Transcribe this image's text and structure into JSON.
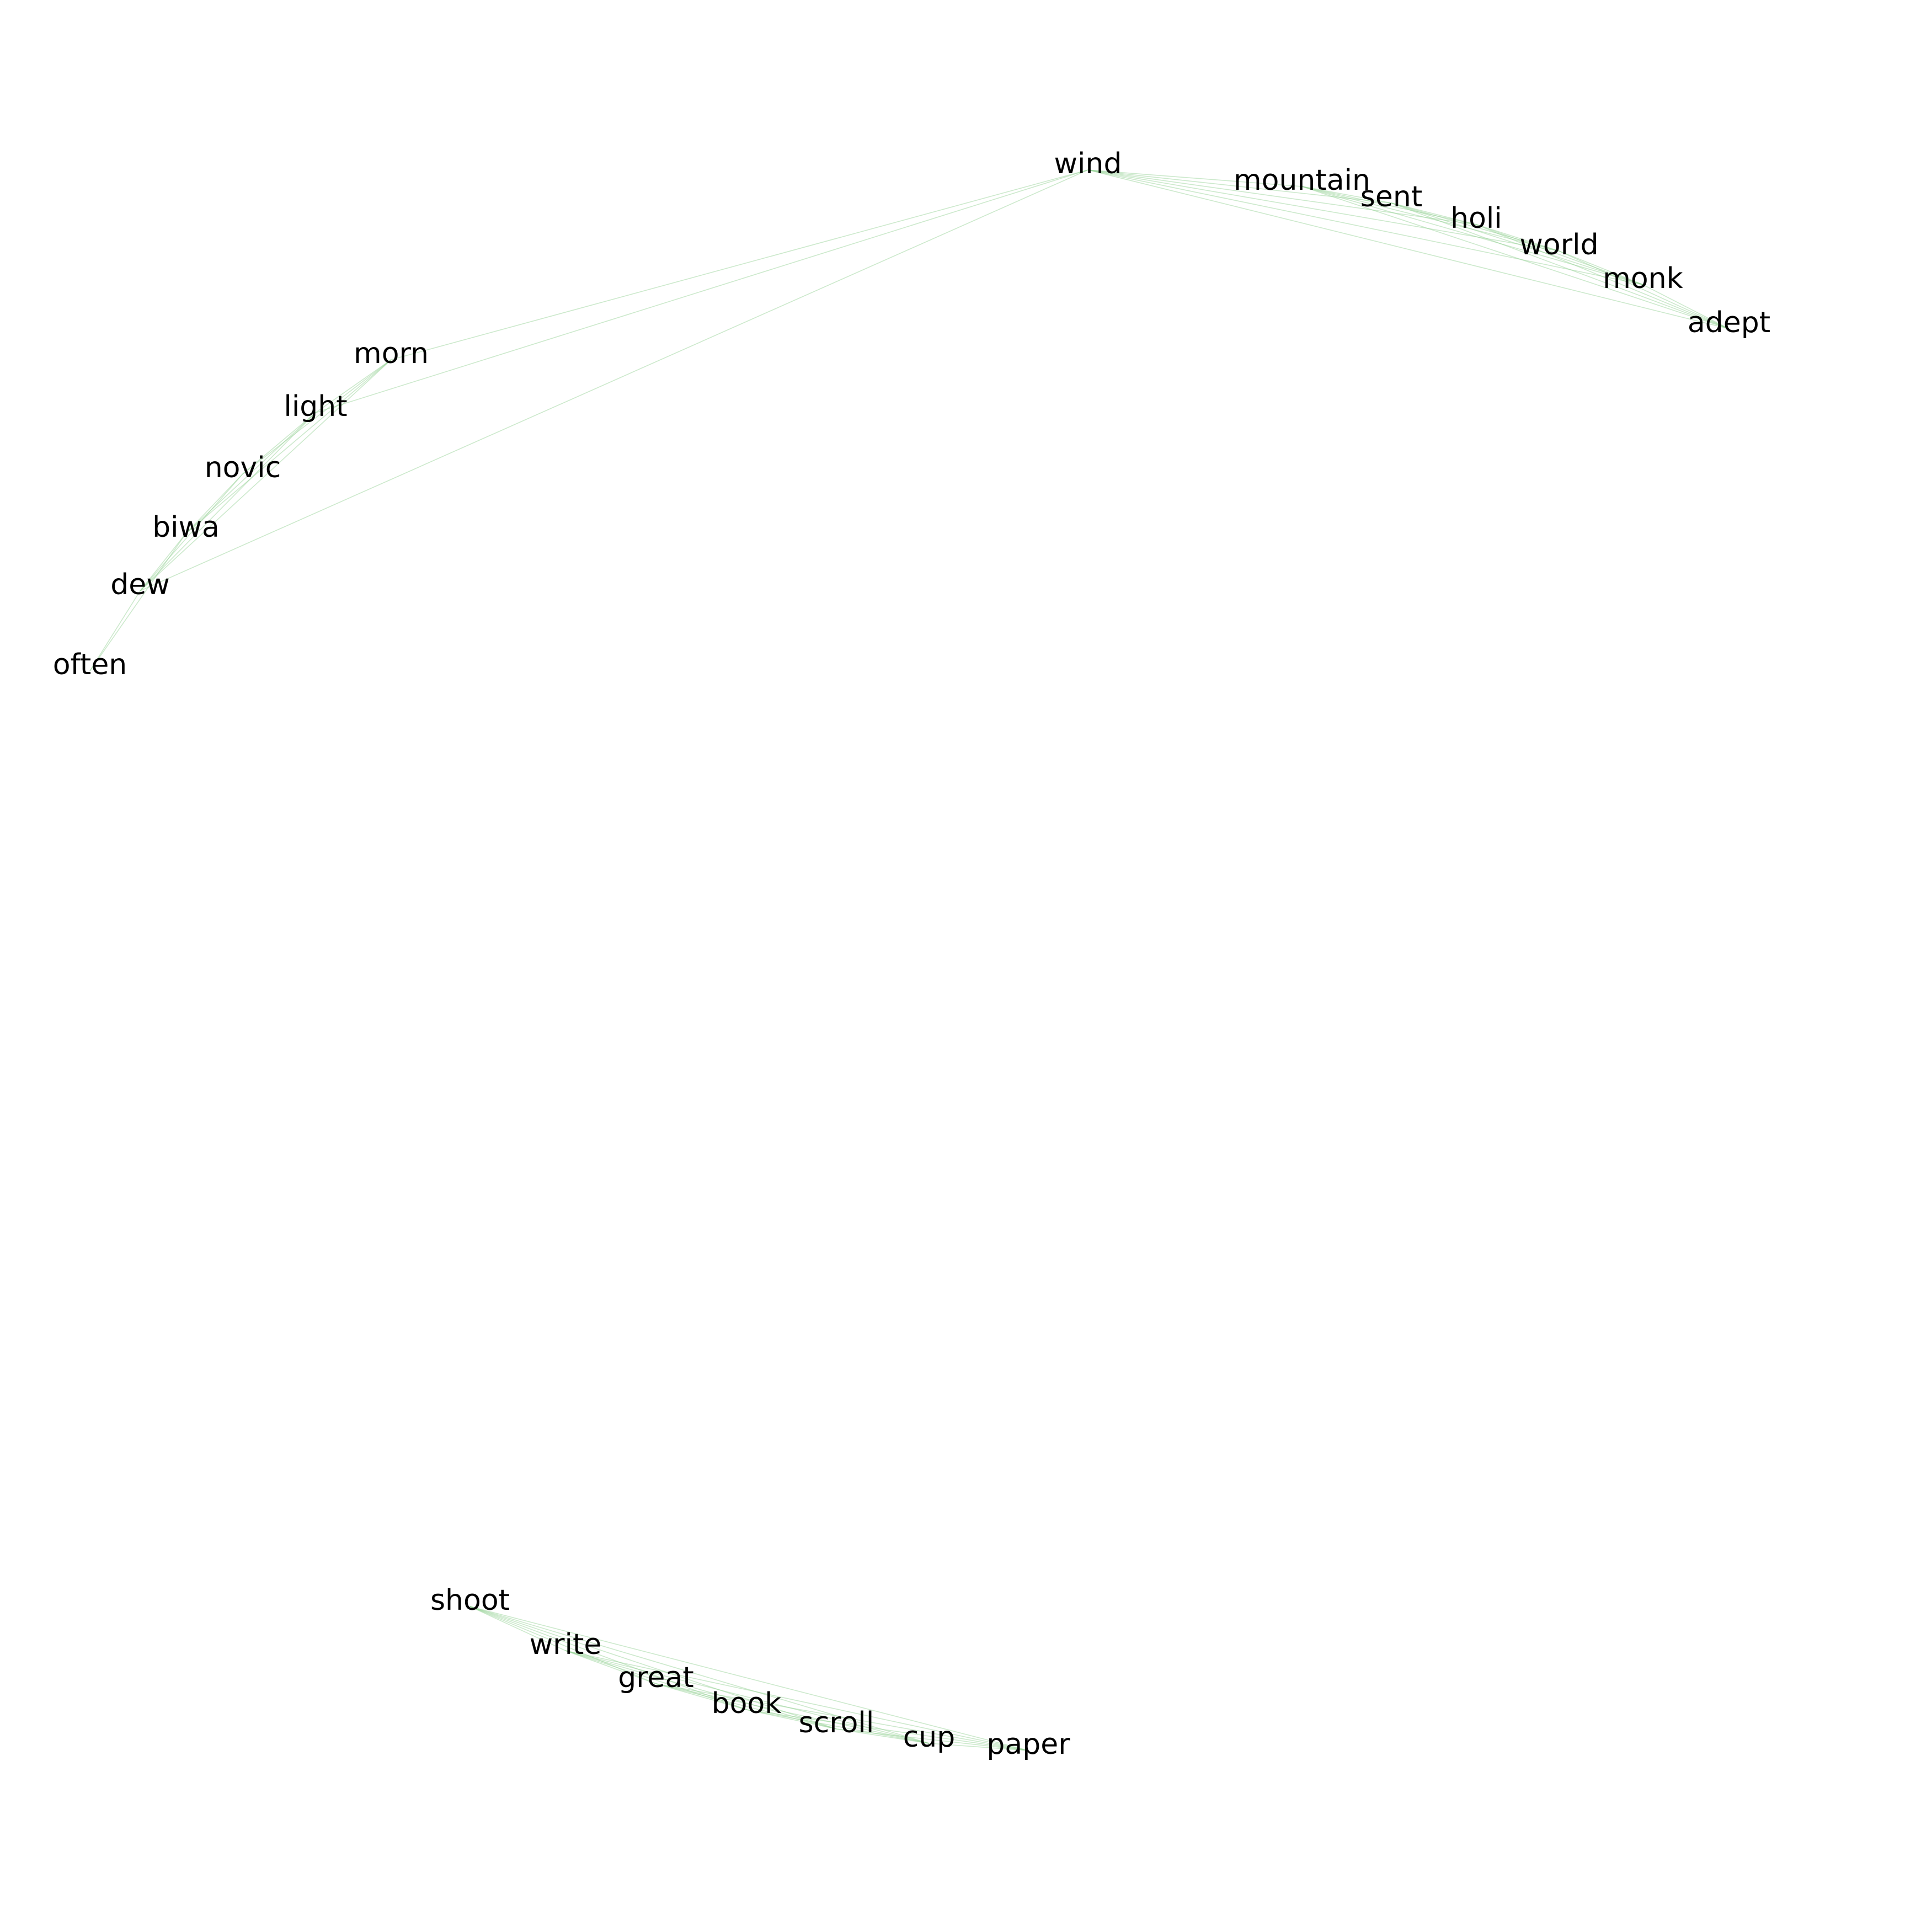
{
  "diagram": {
    "type": "word-cooccurrence-network",
    "colors": {
      "edge": "#8fcf8f",
      "label": "#000000",
      "background": "#ffffff"
    },
    "nodes": [
      {
        "id": "wind",
        "label": "wind"
      },
      {
        "id": "mountain",
        "label": "mountain"
      },
      {
        "id": "sent",
        "label": "sent"
      },
      {
        "id": "holi",
        "label": "holi"
      },
      {
        "id": "world",
        "label": "world"
      },
      {
        "id": "monk",
        "label": "monk"
      },
      {
        "id": "adept",
        "label": "adept"
      },
      {
        "id": "morn",
        "label": "morn"
      },
      {
        "id": "light",
        "label": "light"
      },
      {
        "id": "novic",
        "label": "novic"
      },
      {
        "id": "biwa",
        "label": "biwa"
      },
      {
        "id": "dew",
        "label": "dew"
      },
      {
        "id": "often",
        "label": "often"
      },
      {
        "id": "shoot",
        "label": "shoot"
      },
      {
        "id": "write",
        "label": "write"
      },
      {
        "id": "great",
        "label": "great"
      },
      {
        "id": "book",
        "label": "book"
      },
      {
        "id": "scroll",
        "label": "scroll"
      },
      {
        "id": "cup",
        "label": "cup"
      },
      {
        "id": "paper",
        "label": "paper"
      }
    ],
    "edges": [
      [
        "wind",
        "mountain"
      ],
      [
        "wind",
        "sent"
      ],
      [
        "wind",
        "holi"
      ],
      [
        "wind",
        "world"
      ],
      [
        "wind",
        "monk"
      ],
      [
        "wind",
        "adept"
      ],
      [
        "mountain",
        "sent"
      ],
      [
        "mountain",
        "holi"
      ],
      [
        "mountain",
        "world"
      ],
      [
        "mountain",
        "monk"
      ],
      [
        "mountain",
        "adept"
      ],
      [
        "sent",
        "holi"
      ],
      [
        "sent",
        "world"
      ],
      [
        "sent",
        "monk"
      ],
      [
        "sent",
        "adept"
      ],
      [
        "holi",
        "world"
      ],
      [
        "holi",
        "monk"
      ],
      [
        "holi",
        "adept"
      ],
      [
        "world",
        "monk"
      ],
      [
        "world",
        "adept"
      ],
      [
        "monk",
        "adept"
      ],
      [
        "wind",
        "morn"
      ],
      [
        "wind",
        "light"
      ],
      [
        "wind",
        "dew"
      ],
      [
        "morn",
        "light"
      ],
      [
        "morn",
        "novic"
      ],
      [
        "morn",
        "biwa"
      ],
      [
        "morn",
        "dew"
      ],
      [
        "light",
        "novic"
      ],
      [
        "light",
        "biwa"
      ],
      [
        "light",
        "dew"
      ],
      [
        "novic",
        "biwa"
      ],
      [
        "novic",
        "dew"
      ],
      [
        "biwa",
        "dew"
      ],
      [
        "dew",
        "often"
      ],
      [
        "biwa",
        "often"
      ],
      [
        "shoot",
        "write"
      ],
      [
        "shoot",
        "great"
      ],
      [
        "shoot",
        "book"
      ],
      [
        "shoot",
        "scroll"
      ],
      [
        "shoot",
        "cup"
      ],
      [
        "shoot",
        "paper"
      ],
      [
        "write",
        "great"
      ],
      [
        "write",
        "book"
      ],
      [
        "write",
        "scroll"
      ],
      [
        "write",
        "cup"
      ],
      [
        "write",
        "paper"
      ],
      [
        "great",
        "book"
      ],
      [
        "great",
        "scroll"
      ],
      [
        "great",
        "cup"
      ],
      [
        "great",
        "paper"
      ],
      [
        "book",
        "scroll"
      ],
      [
        "book",
        "cup"
      ],
      [
        "book",
        "paper"
      ],
      [
        "scroll",
        "cup"
      ],
      [
        "scroll",
        "paper"
      ],
      [
        "cup",
        "paper"
      ]
    ]
  }
}
